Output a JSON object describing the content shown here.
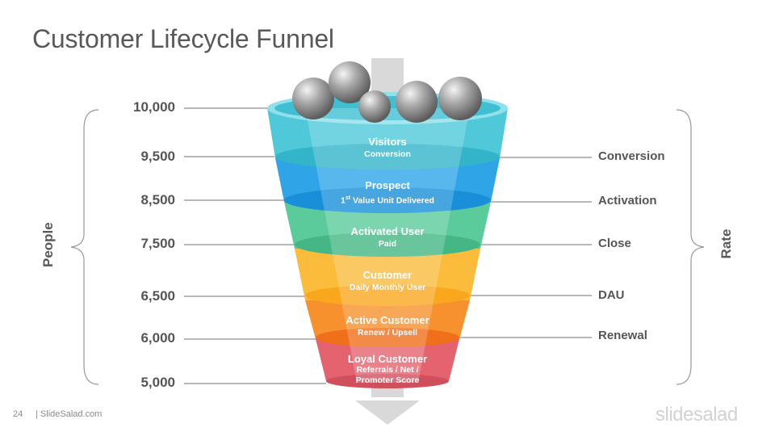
{
  "title": "Customer Lifecycle Funnel",
  "axis_left": "People",
  "axis_right": "Rate",
  "people_values": [
    "10,000",
    "9,500",
    "8,500",
    "7,500",
    "6,500",
    "6,000",
    "5,000"
  ],
  "rate_labels": [
    "Conversion",
    "Activation",
    "Close",
    "DAU",
    "Renewal"
  ],
  "stages": [
    {
      "title": "Visitors",
      "sub": [
        "Conversion"
      ],
      "color": "#4FC9DA"
    },
    {
      "title": "Prospect",
      "sub": [
        "1st Value Unit Delivered"
      ],
      "color": "#2FA5E8"
    },
    {
      "title": "Activated User",
      "sub": [
        "Paid"
      ],
      "color": "#5BCB9C"
    },
    {
      "title": "Customer",
      "sub": [
        "Daily Monthly User"
      ],
      "color": "#FBBC3C"
    },
    {
      "title": "Active Customer",
      "sub": [
        "Renew / Upsell"
      ],
      "color": "#F7912E"
    },
    {
      "title": "Loyal Customer",
      "sub": [
        "Referrals / Net /",
        "Promoter Score"
      ],
      "color": "#E5636F"
    }
  ],
  "footer": {
    "page": "24",
    "source": "| SlideSalad.com",
    "brand": "slidesalad"
  }
}
